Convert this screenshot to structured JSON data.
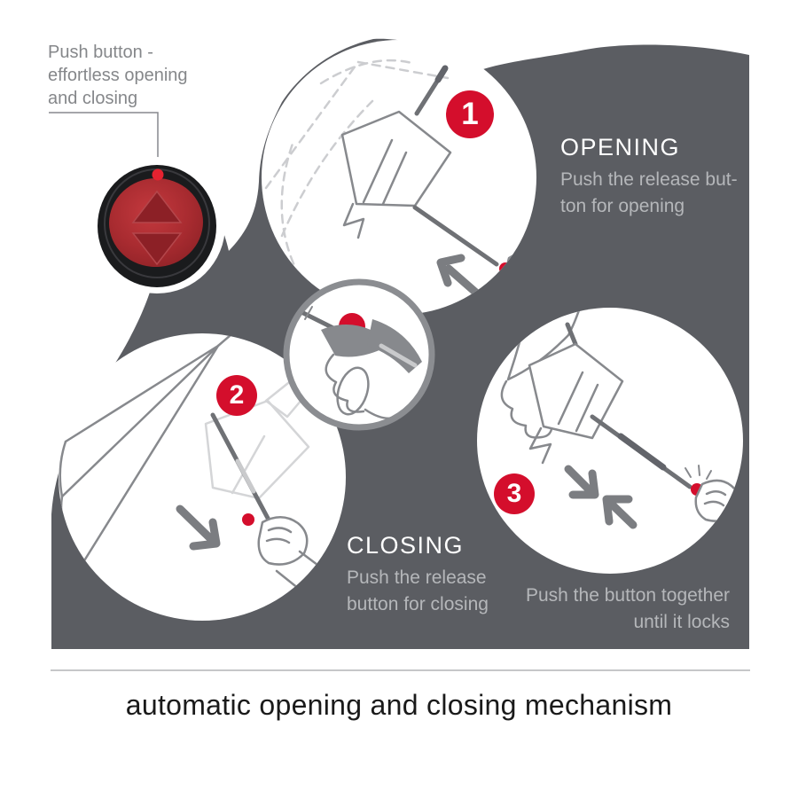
{
  "title": "automatic opening and closing mechanism",
  "callout": {
    "label": "Push button -\neffortless opening\nand closing"
  },
  "steps": [
    {
      "number": "1",
      "heading": "OPENING",
      "body": "Push the release but-\nton for opening"
    },
    {
      "number": "2",
      "heading": "CLOSING",
      "body": "Push the release\nbutton for closing"
    },
    {
      "number": "3",
      "body": "Push the button together\nuntil it locks"
    }
  ],
  "icons": {
    "button_up_arrow": "up-triangle",
    "button_down_arrow": "down-triangle",
    "step1_arrow": "arrow-up-left",
    "step2_arrow": "arrow-down-right",
    "step3_arrows": "arrows-converging"
  },
  "colors": {
    "background": "#ffffff",
    "blob": "#5b5d62",
    "accent_red": "#d40e2c",
    "bright_red": "#e62230",
    "heading_text": "#ffffff",
    "body_text": "#b5b7ba",
    "label_text": "#85878a",
    "title_text": "#1a1a1a",
    "line_gray": "#87898d",
    "shaft_gray": "#6f7175",
    "light_line": "#cccdd0",
    "ghost_line": "#d4d5d7",
    "separator": "#c6c7c9",
    "ring_gray": "#8b8d91",
    "button_black": "#1a1b1d",
    "button_red": "#b02c31",
    "button_red_dark": "#8c2026"
  }
}
